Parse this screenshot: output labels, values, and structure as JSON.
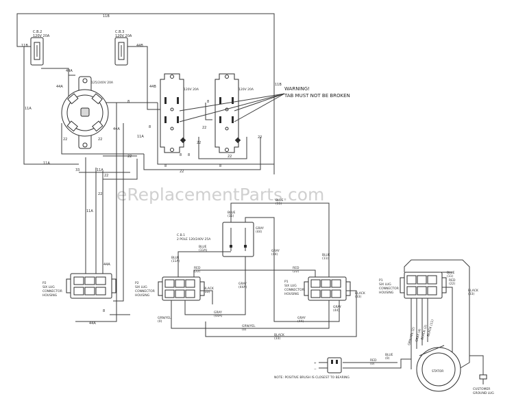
{
  "watermark": "eReplacementParts.com",
  "warning": {
    "line1": "WARNING!",
    "line2": "TAB MUST NOT BE BROKEN"
  },
  "breakers": {
    "cb2": {
      "name": "C.B.2",
      "rating": "120V 20A"
    },
    "cb3": {
      "name": "C.B.3",
      "rating": "120V 20A"
    },
    "cb1": {
      "name": "C.B.1",
      "rating": "2 POLE 120/240V 25A"
    }
  },
  "receptacles": {
    "twist_lock": "125/240V 20A",
    "duplex_1": "120V 20A",
    "duplex_2": "120V 20A"
  },
  "housings": {
    "left": {
      "line1": "P2",
      "line2": "SIX LUG",
      "line3": "CONNECTOR",
      "line4": "HOUSING"
    },
    "mid_left": {
      "line1": "P2",
      "line2": "SIX LUG",
      "line3": "CONNECTOR",
      "line4": "HOUSING"
    },
    "mid_right": {
      "line1": "P1",
      "line2": "SIX LUG",
      "line3": "CONNECTOR",
      "line4": "HOUSING"
    },
    "right": {
      "line1": "P1",
      "line2": "SIX LUG",
      "line3": "CONNECTOR",
      "line4": "HOUSING"
    }
  },
  "stator": "STATOR",
  "ground_lug": {
    "line1": "CUSTOMER",
    "line2": "GROUND LUG"
  },
  "brush_note": "NOTE: POSITIVE BRUSH IS CLOSEST TO BEARING",
  "wires": {
    "w11b": "11B",
    "w11a": "11A",
    "w44a": "44A",
    "w44b": "44B",
    "w8": "8",
    "w22": "22",
    "w33": "33",
    "blue11_a": "BLUE",
    "blue11_b": "(11)",
    "blue11a_a": "BLUE",
    "blue11a_b": "(11A)",
    "gray44_a": "GRAY",
    "gray44_b": "(44)",
    "gray44a_a": "GRAY",
    "gray44a_b": "(44A)",
    "red22_a": "RED",
    "red22_b": "(22)",
    "black33_a": "BLACK",
    "black33_b": "(33)",
    "grnyel_a": "GRN/YEL",
    "grnyel_b": "(0)",
    "red0_a": "RED",
    "red0_b": "(0)",
    "blue0_a": "BLUE",
    "blue0_b": "(0)",
    "gray4_a": "GRAY (4)",
    "black2_a": "BLACK (2)",
    "black11_a": "BLACK (11)",
    "grnyel2_a": "GRN/YEL (2)"
  }
}
